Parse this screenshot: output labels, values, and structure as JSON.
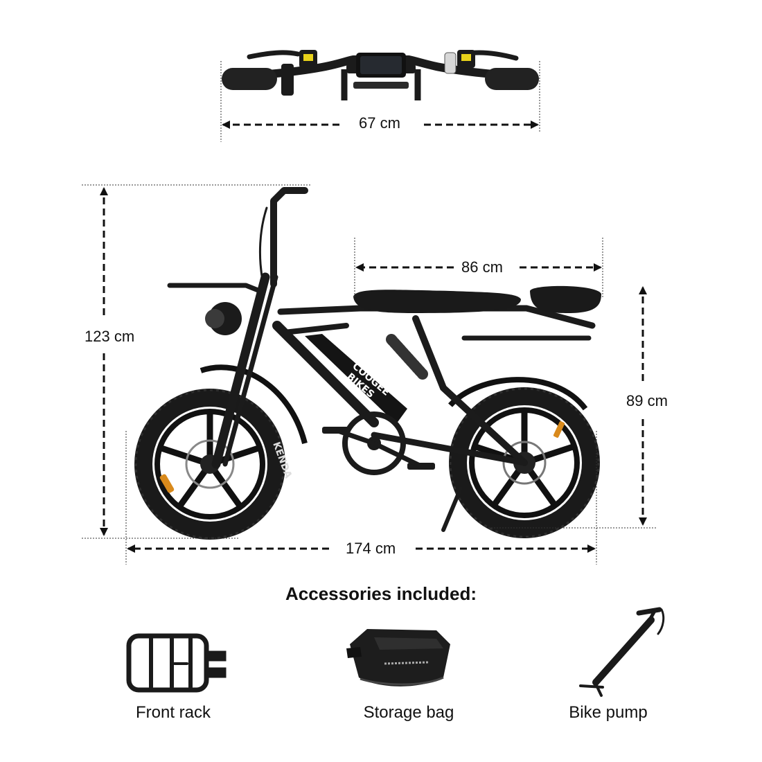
{
  "dimensions": {
    "handlebar_width": "67 cm",
    "seat_length": "86 cm",
    "total_height": "123 cm",
    "seat_height": "89 cm",
    "total_length": "174 cm"
  },
  "brand": {
    "line1": "COOGEE",
    "line2": "BIKES"
  },
  "tire_brand": "KENDA",
  "accessories": {
    "title": "Accessories included:",
    "items": [
      {
        "label": "Front rack",
        "icon": "front-rack-icon"
      },
      {
        "label": "Storage bag",
        "icon": "storage-bag-icon"
      },
      {
        "label": "Bike pump",
        "icon": "bike-pump-icon"
      }
    ]
  },
  "colors": {
    "frame": "#1b1b1b",
    "reflector": "#d98a1c",
    "display_accent": "#e8d21a"
  }
}
